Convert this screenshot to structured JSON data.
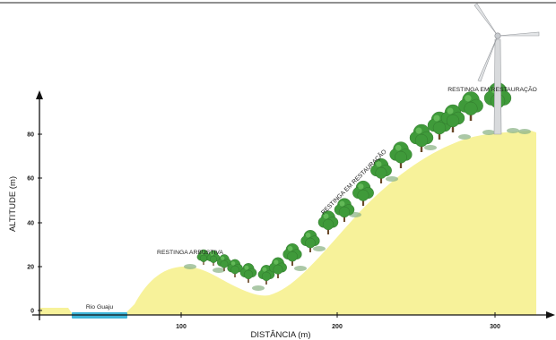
{
  "axes": {
    "y_title": "ALTITUDE (m)",
    "x_title": "DISTÂNCIA (m)",
    "y_ticks": [
      "0",
      "20",
      "40",
      "60",
      "80"
    ],
    "x_ticks": [
      "100",
      "200",
      "300"
    ]
  },
  "labels": {
    "river": "Rio Guaju",
    "shrub_restinga": "RESTINGA ARBUSTIVA",
    "restoration_slope": "RESTINGA EM RESTAURAÇÃO",
    "restoration_top": "RESTINGA EM RESTAURAÇÃO"
  },
  "colors": {
    "terrain": "#f7f29a",
    "water": "#3fb6d9",
    "tree_foliage": "#3f9a3a",
    "tree_trunk": "#6b4a2a",
    "turbine": "#b9bcc0"
  },
  "icons": {
    "turbine": "wind-turbine-icon",
    "tree": "tree-icon"
  }
}
